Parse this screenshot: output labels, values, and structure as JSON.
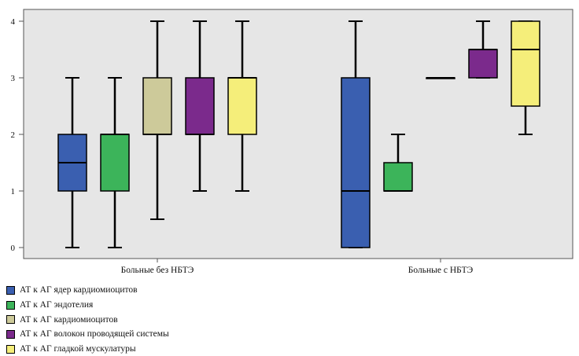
{
  "chart_data": {
    "type": "boxplot",
    "groups": [
      "Больные без НБТЭ",
      "Больные с НБТЭ"
    ],
    "yticks": [
      0,
      1,
      2,
      3,
      4
    ],
    "ylim": [
      0,
      4
    ],
    "grid": false,
    "legend_position": "bottom-left",
    "series": [
      {
        "name": "АТ к АГ ядер кардиомиоцитов",
        "color": "#3a5fb0",
        "boxes": [
          {
            "min": 0,
            "q1": 1,
            "median": 1.5,
            "q3": 2,
            "max": 3
          },
          {
            "min": 0,
            "q1": 0,
            "median": 1,
            "q3": 3,
            "max": 4
          }
        ]
      },
      {
        "name": "АТ к АГ эндотелия",
        "color": "#3cb45a",
        "boxes": [
          {
            "min": 0,
            "q1": 1,
            "median": 2,
            "q3": 2,
            "max": 3
          },
          {
            "min": 1,
            "q1": 1,
            "median": 1,
            "q3": 1.5,
            "max": 2
          }
        ]
      },
      {
        "name": "АТ к АГ кардиомиоцитов",
        "color": "#cdca9a",
        "boxes": [
          {
            "min": 0.5,
            "q1": 2,
            "median": 2,
            "q3": 3,
            "max": 4
          },
          {
            "min": 3,
            "q1": 3,
            "median": 3,
            "q3": 3,
            "max": 3
          }
        ]
      },
      {
        "name": "АТ к АГ волокон проводящей системы",
        "color": "#7b2a8c",
        "boxes": [
          {
            "min": 1,
            "q1": 2,
            "median": 2,
            "q3": 3,
            "max": 4
          },
          {
            "min": 3,
            "q1": 3,
            "median": 3.5,
            "q3": 3.5,
            "max": 4
          }
        ]
      },
      {
        "name": "АТ к АГ гладкой мускулатуры",
        "color": "#f5ee7a",
        "boxes": [
          {
            "min": 1,
            "q1": 2,
            "median": 3,
            "q3": 3,
            "max": 4
          },
          {
            "min": 2,
            "q1": 2.5,
            "median": 3.5,
            "q3": 4,
            "max": 4
          }
        ]
      }
    ]
  },
  "legend": [
    {
      "label": "АТ к АГ ядер кардиомиоцитов",
      "color": "#3a5fb0"
    },
    {
      "label": "АТ к АГ эндотелия",
      "color": "#3cb45a"
    },
    {
      "label": "АТ к АГ кардиомиоцитов",
      "color": "#cdca9a"
    },
    {
      "label": "АТ к АГ волокон проводящей системы",
      "color": "#7b2a8c"
    },
    {
      "label": "АТ к АГ гладкой мускулатуры",
      "color": "#f5ee7a"
    }
  ]
}
